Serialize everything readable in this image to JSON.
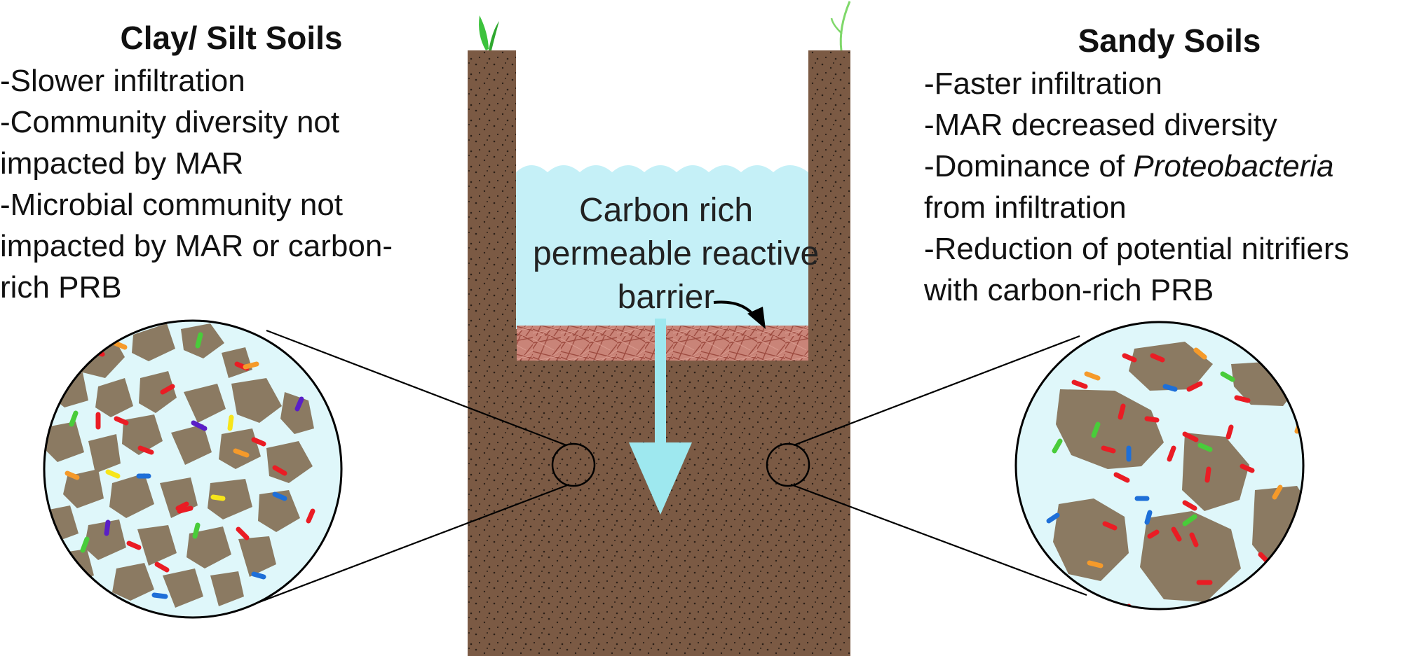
{
  "left": {
    "title": "Clay/ Silt Soils",
    "lines": [
      "-Slower infiltration",
      "-Community diversity not",
      "impacted by MAR",
      "-Microbial community not",
      "impacted by MAR or carbon-",
      "rich PRB"
    ]
  },
  "right": {
    "title": "Sandy Soils",
    "lines": [
      {
        "pre": "-Faster infiltration",
        "em": "",
        "post": ""
      },
      {
        "pre": "-MAR decreased diversity",
        "em": "",
        "post": ""
      },
      {
        "pre": "-Dominance of ",
        "em": "Proteobacteria",
        "post": ""
      },
      {
        "pre": "from infiltration",
        "em": "",
        "post": ""
      },
      {
        "pre": "-Reduction of potential nitrifiers",
        "em": "",
        "post": ""
      },
      {
        "pre": "with carbon-rich PRB",
        "em": "",
        "post": ""
      }
    ]
  },
  "center": {
    "label_lines": [
      "Carbon rich",
      "permeable reactive",
      "barrier"
    ]
  },
  "colors": {
    "soil": "#7b5a44",
    "water": "#c5f0f7",
    "arrow": "#9ee8ef",
    "barrier": "#b9695b",
    "particle": "#8b7a62",
    "plant": "#3cc23c",
    "microbes": [
      "#ea1c24",
      "#f59a2a",
      "#1e6fd8",
      "#49cc3a",
      "#f7e51a",
      "#5a1fc7"
    ]
  }
}
